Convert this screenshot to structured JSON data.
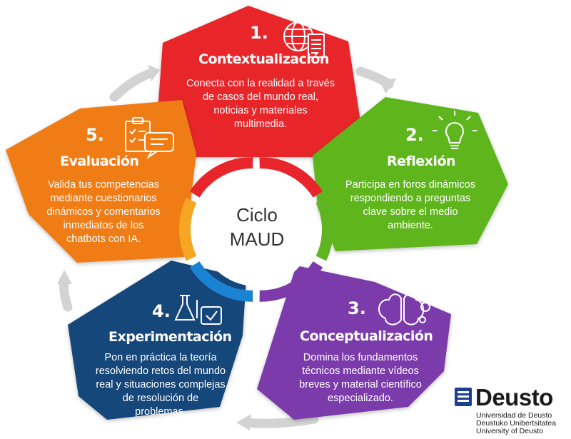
{
  "center": {
    "line1": "Ciclo",
    "line2": "MAUD"
  },
  "phases": [
    {
      "number": "1.",
      "title": "Contextualización",
      "description": [
        "Conecta con la realidad a través",
        "de casos del mundo real,",
        "noticias y materiales",
        "multimedia."
      ],
      "color": "#e8252b",
      "icon": "globe-document-icon"
    },
    {
      "number": "2.",
      "title": "Reflexión",
      "description": [
        "Participa en foros dinámicos",
        "respondiendo a preguntas",
        "clave sobre el medio",
        "ambiente."
      ],
      "color": "#5fb51f",
      "icon": "lightbulb-icon"
    },
    {
      "number": "3.",
      "title": "Conceptualización",
      "description": [
        "Domina los fundamentos",
        "técnicos mediante vídeos",
        "breves y material científico",
        "especializado."
      ],
      "color": "#7c3aaa",
      "icon": "brain-gears-icon"
    },
    {
      "number": "4.",
      "title": "Experimentación",
      "description": [
        "Pon en práctica la teoría",
        "resolviendo retos del mundo",
        "real y situaciones complejas",
        "de resolución de",
        "problemas."
      ],
      "color": "#17477a",
      "icon": "lab-flask-icon"
    },
    {
      "number": "5.",
      "title": "Evaluación",
      "description": [
        "Valida tus competencias",
        "mediante cuestionarios",
        "dinámicos y comentarios",
        "inmediatos de los",
        "chatbots con IA."
      ],
      "color": "#f07c12",
      "icon": "checklist-chat-icon"
    }
  ],
  "logo": {
    "name": "Deusto",
    "lines": [
      "Universidad de Deusto",
      "Deustuko Unibertsitatea",
      "University of Deusto"
    ]
  }
}
